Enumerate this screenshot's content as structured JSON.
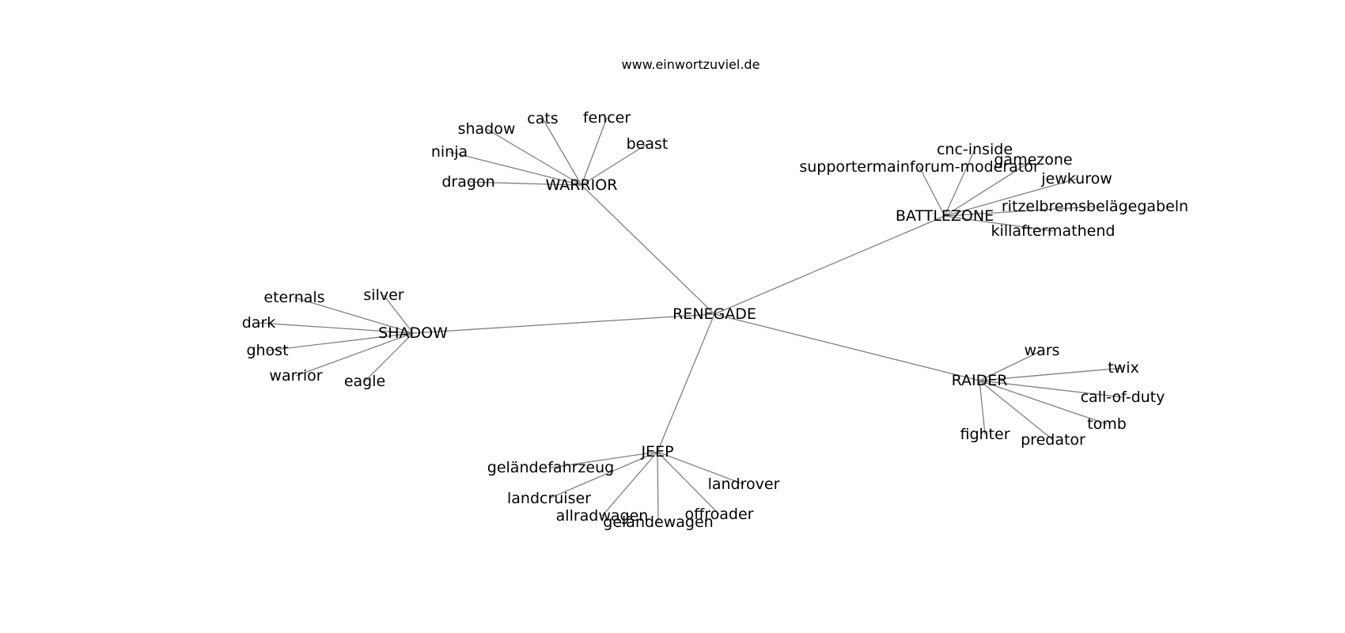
{
  "header": {
    "site": "www.einwortzuviel.de"
  },
  "graph": {
    "root": "RENEGADE",
    "hubs": [
      {
        "label": "WARRIOR",
        "leaves": [
          "shadow",
          "cats",
          "fencer",
          "beast",
          "ninja",
          "dragon"
        ]
      },
      {
        "label": "BATTLEZONE",
        "leaves": [
          "cnc-inside",
          "gamezone",
          "supportermainforum-moderator",
          "jewkurow",
          "ritzelbremsbelägegabeln",
          "killaftermathend"
        ]
      },
      {
        "label": "SHADOW",
        "leaves": [
          "silver",
          "eternals",
          "dark",
          "ghost",
          "warrior",
          "eagle"
        ]
      },
      {
        "label": "RAIDER",
        "leaves": [
          "wars",
          "twix",
          "call-of-duty",
          "tomb",
          "predator",
          "fighter"
        ]
      },
      {
        "label": "JEEP",
        "leaves": [
          "geländefahrzeug",
          "landcruiser",
          "allradwagen",
          "geländewagen",
          "offroader",
          "landrover"
        ]
      }
    ]
  }
}
